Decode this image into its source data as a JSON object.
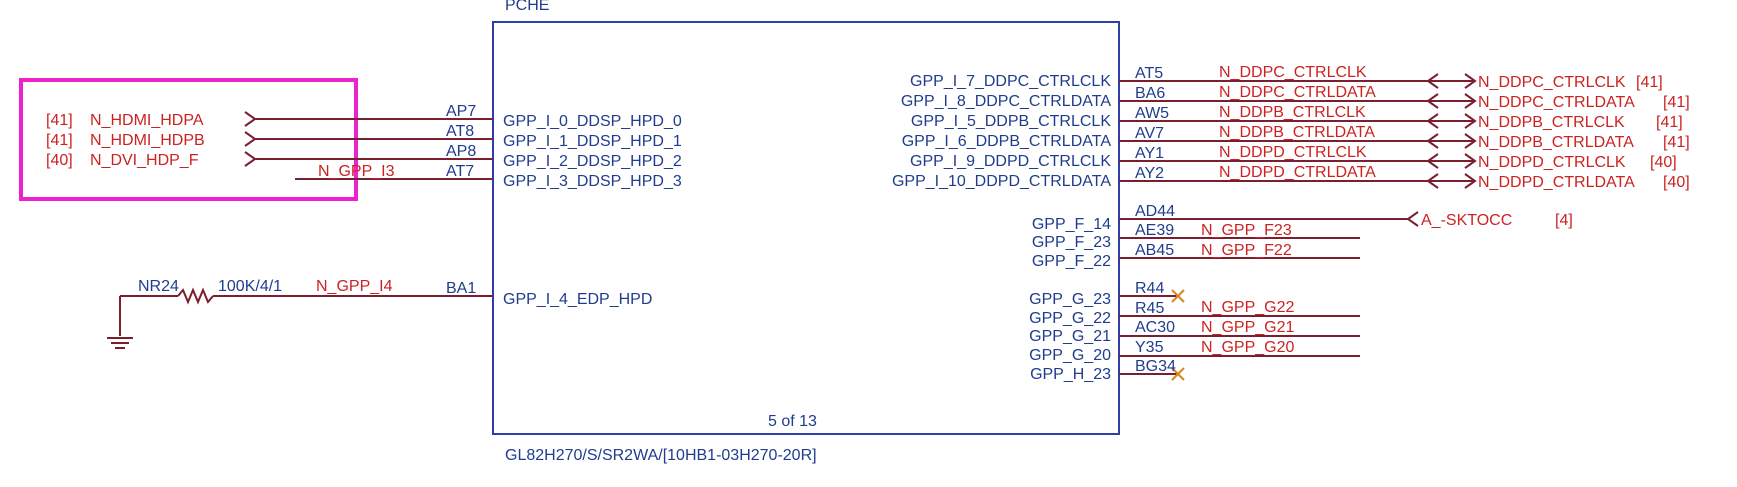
{
  "component": {
    "ref": "PCHE",
    "part_number": "GL82H270/S/SR2WA/[10HB1-03H270-20R]",
    "page": "5 of 13"
  },
  "left_pins": [
    {
      "pin": "AP7",
      "name": "GPP_I_0_DDSP_HPD_0",
      "net": "N_HDMI_HDPA",
      "ref": "[41]"
    },
    {
      "pin": "AT8",
      "name": "GPP_I_1_DDSP_HPD_1",
      "net": "N_HDMI_HDPB",
      "ref": "[41]"
    },
    {
      "pin": "AP8",
      "name": "GPP_I_2_DDSP_HPD_2",
      "net": "N_DVI_HDP_F",
      "ref": "[40]"
    },
    {
      "pin": "AT7",
      "name": "GPP_I_3_DDSP_HPD_3",
      "net": "N_GPP_I3"
    }
  ],
  "edp": {
    "pin": "BA1",
    "name": "GPP_I_4_EDP_HPD",
    "net": "N_GPP_I4",
    "resistor_ref": "NR24",
    "resistor_value": "100K/4/1"
  },
  "right_top_pins": [
    {
      "pin": "AT5",
      "name": "GPP_I_7_DDPC_CTRLCLK",
      "net": "N_DDPC_CTRLCLK",
      "offpage": "N_DDPC_CTRLCLK",
      "ref": "[41]"
    },
    {
      "pin": "BA6",
      "name": "GPP_I_8_DDPC_CTRLDATA",
      "net": "N_DDPC_CTRLDATA",
      "offpage": "N_DDPC_CTRLDATA",
      "ref": "[41]"
    },
    {
      "pin": "AW5",
      "name": "GPP_I_5_DDPB_CTRLCLK",
      "net": "N_DDPB_CTRLCLK",
      "offpage": "N_DDPB_CTRLCLK",
      "ref": "[41]"
    },
    {
      "pin": "AV7",
      "name": "GPP_I_6_DDPB_CTRLDATA",
      "net": "N_DDPB_CTRLDATA",
      "offpage": "N_DDPB_CTRLDATA",
      "ref": "[41]"
    },
    {
      "pin": "AY1",
      "name": "GPP_I_9_DDPD_CTRLCLK",
      "net": "N_DDPD_CTRLCLK",
      "offpage": "N_DDPD_CTRLCLK",
      "ref": "[40]"
    },
    {
      "pin": "AY2",
      "name": "GPP_I_10_DDPD_CTRLDATA",
      "net": "N_DDPD_CTRLDATA",
      "offpage": "N_DDPD_CTRLDATA",
      "ref": "[40]"
    }
  ],
  "right_f_pins": [
    {
      "pin": "AD44",
      "name": "GPP_F_14",
      "net": "",
      "offpage": "A_-SKTOCC",
      "ref": "[4]"
    },
    {
      "pin": "AE39",
      "name": "GPP_F_23",
      "net": "N_GPP_F23"
    },
    {
      "pin": "AB45",
      "name": "GPP_F_22",
      "net": "N_GPP_F22"
    }
  ],
  "right_g_pins": [
    {
      "pin": "R44",
      "name": "GPP_G_23",
      "net": "",
      "nc": true
    },
    {
      "pin": "R45",
      "name": "GPP_G_22",
      "net": "N_GPP_G22"
    },
    {
      "pin": "AC30",
      "name": "GPP_G_21",
      "net": "N_GPP_G21"
    },
    {
      "pin": "Y35",
      "name": "GPP_G_20",
      "net": "N_GPP_G20"
    },
    {
      "pin": "BG34",
      "name": "GPP_H_23",
      "net": "",
      "nc": true
    }
  ],
  "colors": {
    "wire": "#7a1f2f",
    "pin_text": "#1f3c8f",
    "net_text": "#cc2222",
    "box": "#2f3ea8",
    "highlight": "#ee22cc"
  }
}
